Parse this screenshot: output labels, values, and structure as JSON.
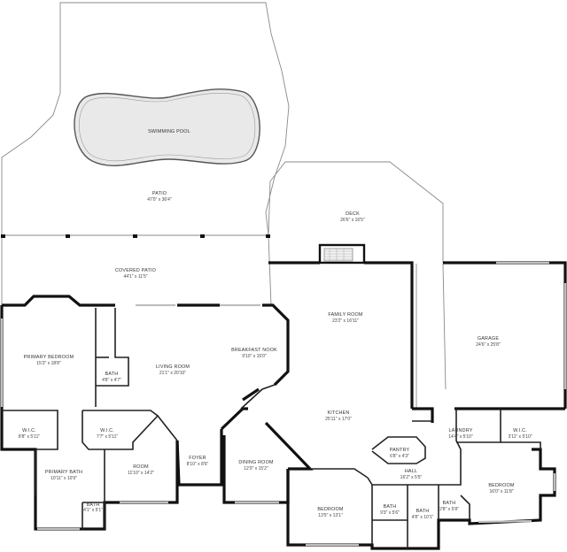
{
  "plan": {
    "rooms": [
      {
        "key": "pool",
        "name": "SWIMMING POOL",
        "dims": ""
      },
      {
        "key": "patio",
        "name": "PATIO",
        "dims": "47'0\" x 36'4\""
      },
      {
        "key": "deck",
        "name": "DECK",
        "dims": "26'6\" x 16'5\""
      },
      {
        "key": "covered_patio",
        "name": "COVERED PATIO",
        "dims": "44'1\" x 11'5\""
      },
      {
        "key": "family",
        "name": "FAMILY ROOM",
        "dims": "23'2\" x 16'11\""
      },
      {
        "key": "garage",
        "name": "GARAGE",
        "dims": "24'6\" x 25'8\""
      },
      {
        "key": "primary_bed",
        "name": "PRIMARY BEDROOM",
        "dims": "15'3\" x 18'8\""
      },
      {
        "key": "living",
        "name": "LIVING ROOM",
        "dims": "21'1\" x 20'10\""
      },
      {
        "key": "breakfast",
        "name": "BREAKFAST NOOK",
        "dims": "9'10\" x 15'0\""
      },
      {
        "key": "bath_small",
        "name": "BATH",
        "dims": "4'8\" x 4'7\""
      },
      {
        "key": "kitchen",
        "name": "KITCHEN",
        "dims": "25'11\" x 17'0\""
      },
      {
        "key": "wic1",
        "name": "W.I.C.",
        "dims": "8'8\" x 5'11\""
      },
      {
        "key": "wic2",
        "name": "W.I.C.",
        "dims": "7'7\" x 5'11\""
      },
      {
        "key": "laundry",
        "name": "LAUNDRY",
        "dims": "14'4\" x 5'10\""
      },
      {
        "key": "wic3",
        "name": "W.I.C.",
        "dims": "3'11\" x 5'10\""
      },
      {
        "key": "pantry",
        "name": "PANTRY",
        "dims": "6'8\" x 4'3\""
      },
      {
        "key": "hall",
        "name": "HALL",
        "dims": "16'2\" x 5'5\""
      },
      {
        "key": "room",
        "name": "ROOM",
        "dims": "11'10\" x 14'2\""
      },
      {
        "key": "foyer",
        "name": "FOYER",
        "dims": "8'10\" x 8'6\""
      },
      {
        "key": "dining",
        "name": "DINING ROOM",
        "dims": "12'0\" x 15'2\""
      },
      {
        "key": "primary_bath",
        "name": "PRIMARY BATH",
        "dims": "10'11\" x 10'9\""
      },
      {
        "key": "bath_tiny",
        "name": "BATH",
        "dims": "4'1\" x 5'1\""
      },
      {
        "key": "bedroom1",
        "name": "BEDROOM",
        "dims": "13'5\" x 13'1\""
      },
      {
        "key": "bath2",
        "name": "BATH",
        "dims": "9'3\" x 5'6\""
      },
      {
        "key": "bath3",
        "name": "BATH",
        "dims": "4'8\" x 10'1\""
      },
      {
        "key": "bath4",
        "name": "BATH",
        "dims": "2'8\" x 5'8\""
      },
      {
        "key": "bedroom2",
        "name": "BEDROOM",
        "dims": "16'0\" x 11'8\""
      }
    ]
  }
}
